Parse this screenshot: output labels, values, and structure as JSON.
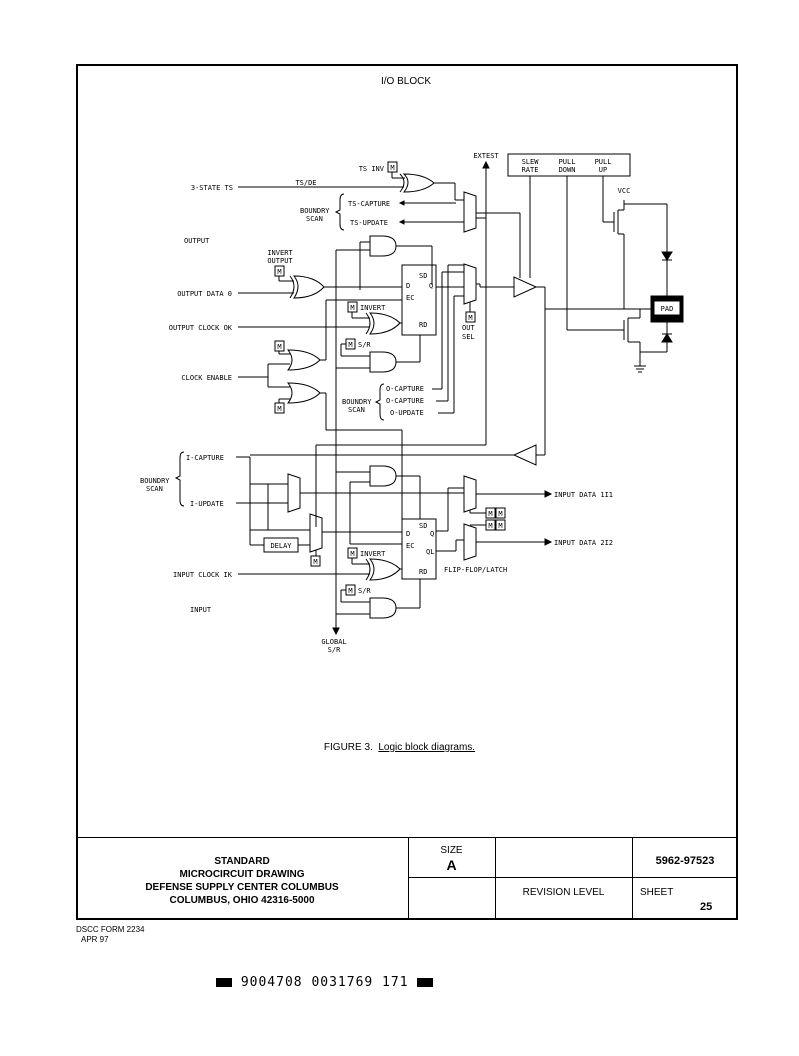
{
  "title": "I/O BLOCK",
  "labels": {
    "extest": "EXTEST",
    "slew": "SLEW",
    "rate": "RATE",
    "pull1": "PULL",
    "down": "DOWN",
    "pull2": "PULL",
    "up": "UP",
    "vcc": "VCC",
    "ts_inv": "TS INV",
    "three_state": "3-STATE TS",
    "ts_de": "TS/DE",
    "boundry1": "BOUNDRY",
    "scan1": "SCAN",
    "ts_capture": "TS-CAPTURE",
    "ts_update": "TS-UPDATE",
    "output": "OUTPUT",
    "invert_output1": "INVERT",
    "invert_output2": "OUTPUT",
    "output_data": "OUTPUT DATA 0",
    "output_clock": "OUTPUT CLOCK OK",
    "clock_enable": "CLOCK ENABLE",
    "invert1": "INVERT",
    "sr1": "S/R",
    "sd1": "SD",
    "d1": "D",
    "q1": "Q",
    "ec1": "EC",
    "rd1": "RD",
    "out": "OUT",
    "sel": "SEL",
    "pad": "PAD",
    "boundry2": "BOUNDRY",
    "scan2": "SCAN",
    "o_capture1": "O-CAPTURE",
    "o_capture2": "O-CAPTURE",
    "o_update": "O-UPDATE",
    "i_capture": "I-CAPTURE",
    "boundry3": "BOUNDRY",
    "scan3": "SCAN",
    "i_update": "I-UPDATE",
    "delay": "DELAY",
    "input_clock": "INPUT CLOCK IK",
    "input": "INPUT",
    "invert2": "INVERT",
    "sr2": "S/R",
    "sd2": "SD",
    "d2": "D",
    "q2": "Q",
    "ql": "QL",
    "ec2": "EC",
    "rd2": "RD",
    "input_data1": "INPUT DATA 1I1",
    "input_data2": "INPUT DATA 2I2",
    "ff_latch": "FLIP-FLOP/LATCH",
    "global": "GLOBAL",
    "global_sr": "S/R",
    "m": "M"
  },
  "caption": {
    "prefix": "FIGURE 3.",
    "text": "Logic block diagrams."
  },
  "title_block": {
    "line1": "STANDARD",
    "line2": "MICROCIRCUIT DRAWING",
    "line3": "DEFENSE SUPPLY CENTER COLUMBUS",
    "line4": "COLUMBUS, OHIO 42316-5000",
    "size_label": "SIZE",
    "size_value": "A",
    "drawing_number": "5962-97523",
    "revision_label": "REVISION LEVEL",
    "sheet_label": "SHEET",
    "sheet_value": "25"
  },
  "form": {
    "line1": "DSCC FORM 2234",
    "line2": "APR 97"
  },
  "barcode_text": "9004708 0031769 171"
}
